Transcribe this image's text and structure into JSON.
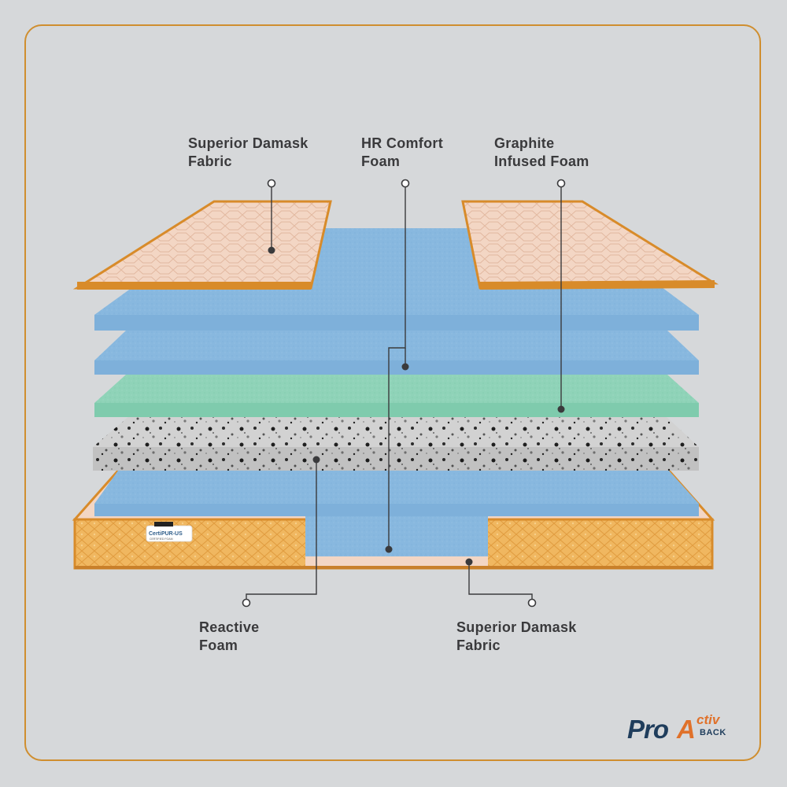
{
  "labels": {
    "top_fabric": "Superior Damask\nFabric",
    "hr_comfort": "HR Comfort\nFoam",
    "graphite": "Graphite\nInfused Foam",
    "reactive": "Reactive\nFoam",
    "bottom_fabric": "Superior Damask\nFabric"
  },
  "cert_badge": {
    "title": "CertiPUR-US",
    "subtitle": "CERTIFIED FOAM"
  },
  "logo": {
    "pro": "Pro",
    "a": "A",
    "activ": "ctiv",
    "back": "BACK"
  },
  "colors": {
    "background": "#d6d8da",
    "frame": "#cf8e2f",
    "fabric_top": "#f3d6c4",
    "fabric_edge": "#d88b2a",
    "hr_foam": "#88b8df",
    "graphite_foam": "#8fd3b8",
    "reactive_foam": "#cfcfcf",
    "base_fabric": "#f0b760",
    "leader_line": "#3a3a3c"
  },
  "icons": [
    "leader-dot-icon",
    "certipur-badge-icon",
    "proactiv-logo-icon"
  ]
}
